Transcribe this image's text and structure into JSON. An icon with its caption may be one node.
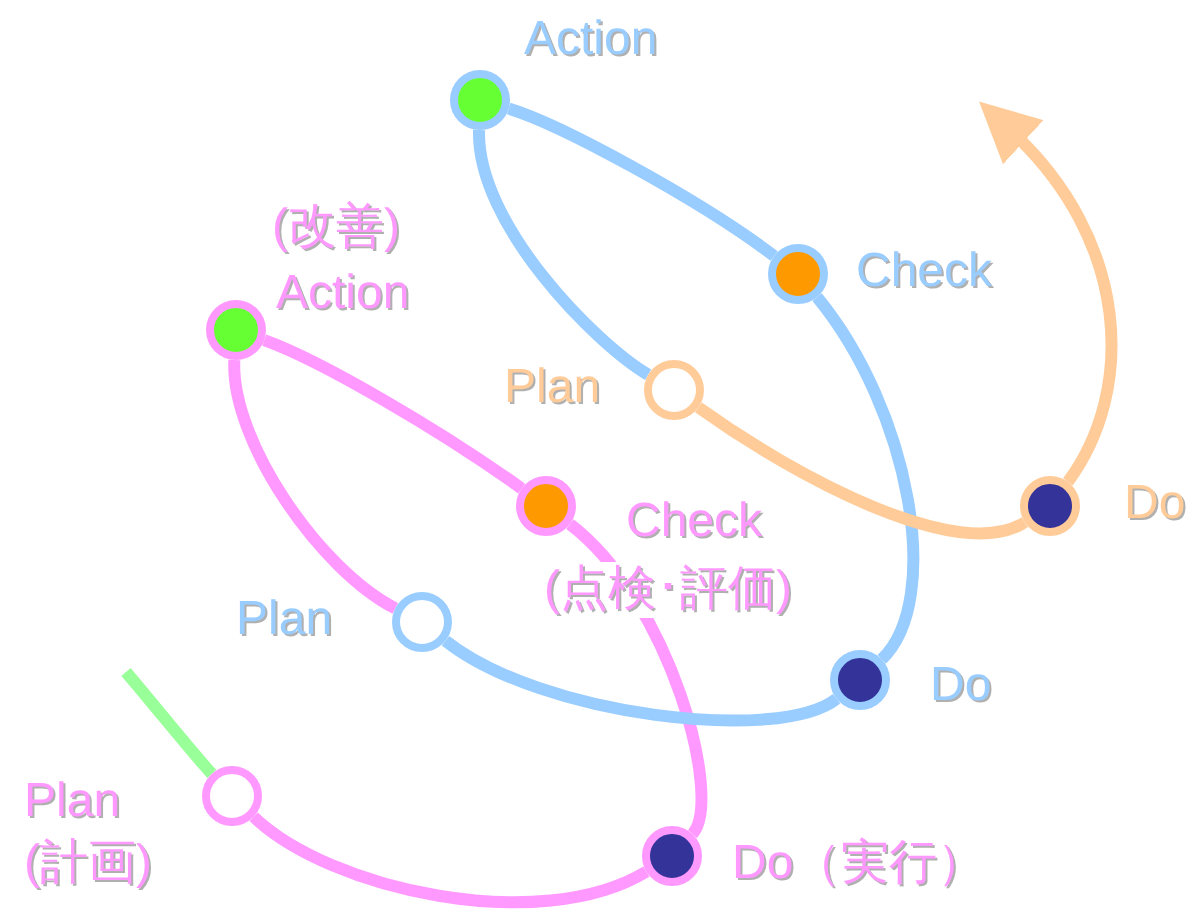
{
  "diagram": {
    "nodes": [
      {
        "text": [],
        "shape": "circle",
        "beside": [
          "Action"
        ]
      },
      {
        "text": [],
        "shape": "circle",
        "beside": [
          "Check"
        ]
      },
      {
        "text": [],
        "shape": "circle",
        "beside": [
          "Plan"
        ]
      },
      {
        "text": [],
        "shape": "circle",
        "beside": [
          "Do"
        ]
      },
      {
        "text": [],
        "shape": "circle",
        "beside": [
          "(改善)",
          "Action"
        ]
      },
      {
        "text": [],
        "shape": "circle",
        "beside": [
          "Check",
          "(点検･評価)"
        ]
      },
      {
        "text": [],
        "shape": "circle",
        "beside": [
          "Plan"
        ]
      },
      {
        "text": [],
        "shape": "circle",
        "beside": [
          "Do"
        ]
      },
      {
        "text": [],
        "shape": "circle",
        "beside": [
          "Plan",
          "(計画)"
        ]
      },
      {
        "text": [],
        "shape": "circle",
        "beside": [
          "Do（実行）"
        ]
      }
    ],
    "edges": [
      {
        "from": 8,
        "to": 9,
        "arrow": "none",
        "color": "#ff99ff"
      },
      {
        "from": 9,
        "to": 5,
        "arrow": "none",
        "color": "#ff99ff"
      },
      {
        "from": 5,
        "to": 4,
        "arrow": "none",
        "color": "#ff99ff"
      },
      {
        "from": 4,
        "to": 6,
        "arrow": "none",
        "color": "#ff99ff"
      },
      {
        "from": 6,
        "to": 7,
        "arrow": "none",
        "color": "#99ccff"
      },
      {
        "from": 7,
        "to": 1,
        "arrow": "none",
        "color": "#99ccff"
      },
      {
        "from": 1,
        "to": 0,
        "arrow": "none",
        "color": "#99ccff"
      },
      {
        "from": 0,
        "to": 2,
        "arrow": "none",
        "color": "#99ccff"
      },
      {
        "from": 2,
        "to": 3,
        "arrow": "none",
        "color": "#ffcc99"
      },
      {
        "from": 3,
        "to": null,
        "arrow": "to",
        "color": "#ffcc99"
      },
      {
        "from": null,
        "to": 8,
        "arrow": "none",
        "color": "#99ff99"
      }
    ]
  }
}
